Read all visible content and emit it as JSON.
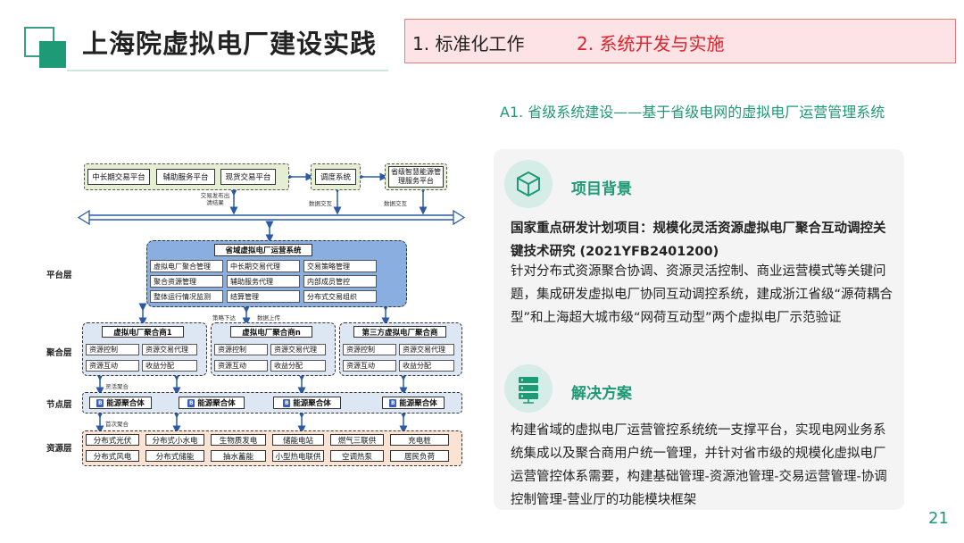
{
  "header": {
    "title": "上海院虚拟电厂建设实践",
    "nav_item_1": "1. 标准化工作",
    "nav_item_2": "2. 系统开发与实施",
    "nav_active_color": "#e0222a"
  },
  "section_title": "A1. 省级系统建设——基于省级电网的虚拟电厂运营管理系统",
  "background": {
    "heading": "项目背景",
    "icon": "cube-icon",
    "project_name": "国家重点研发计划项目：规模化灵活资源虚拟电厂聚合互动调控关键技术研究 (2021YFB2401200)",
    "description": "针对分布式资源聚合协调、资源灵活控制、商业运营模式等关键问题，集成研发虚拟电厂协同互动调控系统，建成浙江省级“源荷耦合型”和上海超大城市级“网荷互动型”两个虚拟电厂示范验证"
  },
  "solution": {
    "heading": "解决方案",
    "icon": "server-icon",
    "description": "构建省域的虚拟电厂运营管控系统统一支撑平台，实现电网业务系统集成以及聚合商用户统一管理，并针对省市级的规模化虚拟电厂运营管控体系需要，构建基础管理-资源池管理-交易运营管理-协调控制管理-营业厅的功能模块框架"
  },
  "page_number": "21",
  "diagram": {
    "layers": {
      "platform": "平台层",
      "aggregation": "聚合层",
      "node": "节点层",
      "resource": "资源层"
    },
    "top_platforms": [
      "中长期交易平台",
      "辅助服务平台",
      "现货交易平台"
    ],
    "dispatch": "调度系统",
    "energy_platform": "省级智慧能源管理服务平台",
    "labels": {
      "trade_release": "交易发布出清结果",
      "data_exchange_1": "数据交互",
      "data_exchange_2": "数据交互",
      "strategy_down": "策略下达",
      "data_up": "数据上传",
      "flex_agg": "灵活聚合",
      "first_agg": "首次聚合"
    },
    "ops_system": {
      "title": "省域虚拟电厂运营系统",
      "modules": [
        "虚拟电厂聚合管理",
        "中长期交易代理",
        "交易策略管理",
        "聚合资源管理",
        "辅助服务代理",
        "内部成员管控",
        "整体运行情况监测",
        "结算管理",
        "分布式交易组织"
      ]
    },
    "aggregators": [
      {
        "title": "虚拟电厂聚合商1",
        "items": [
          "资源控制",
          "资源交易代理",
          "资源互动",
          "收益分配"
        ]
      },
      {
        "title": "虚拟电厂聚合商n",
        "items": [
          "资源控制",
          "资源交易代理",
          "资源互动",
          "收益分配"
        ]
      },
      {
        "title": "第三方虚拟电厂聚合商",
        "items": [
          "资源控制",
          "资源交易代理",
          "资源互动",
          "收益分配"
        ]
      }
    ],
    "node_badge": "B",
    "nodes": [
      "能源聚合体",
      "能源聚合体",
      "能源聚合体",
      "能源聚合体"
    ],
    "resources": [
      "分布式光伏",
      "分布式小水电",
      "生物质发电",
      "储能电站",
      "燃气三联供",
      "充电桩",
      "分布式风电",
      "分布式储能",
      "抽水蓄能",
      "小型热电联供",
      "空调热泵",
      "居民负荷"
    ]
  },
  "colors": {
    "brand_green": "#1f9a76",
    "nav_bg": "#fde3e5",
    "top_group_bg": "#e3eed3",
    "ops_bg": "#8aaee0",
    "agg_bg": "#dde6f3",
    "resource_bg": "#fbe3d3"
  }
}
